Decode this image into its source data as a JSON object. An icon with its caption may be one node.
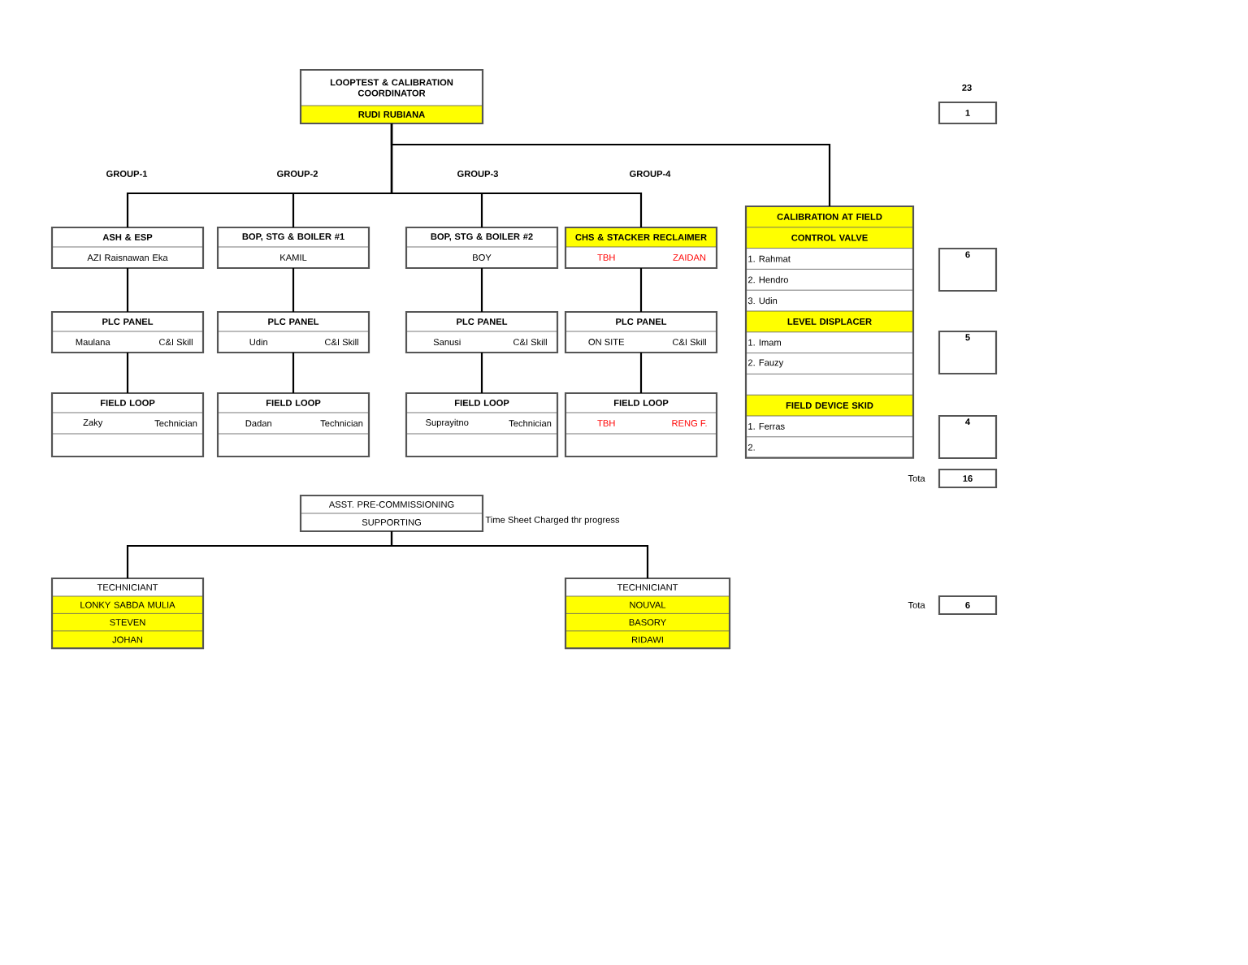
{
  "diagram": {
    "nodes": [
      {
        "text": [
          "LOOPTEST & CALIBRATION COORDINATOR",
          "RUDI RUBIANA"
        ]
      },
      {
        "text": [
          "1"
        ]
      },
      {
        "text": [
          "ASH & ESP",
          "AZI Raisnawan Eka"
        ]
      },
      {
        "text": [
          "BOP, STG & BOILER #1",
          "KAMIL"
        ]
      },
      {
        "text": [
          "BOP, STG & BOILER #2",
          "BOY"
        ]
      },
      {
        "text": [
          "CHS & STACKER RECLAIMER",
          "TBH",
          "ZAIDAN"
        ]
      },
      {
        "text": [
          "CALIBRATION AT FIELD",
          "CONTROL VALVE",
          "1. Rahmat",
          "2. Hendro",
          "3. Udin",
          "LEVEL DISPLACER",
          "1. Imam",
          "2. Fauzy",
          "FIELD DEVICE SKID",
          "1. Ferras",
          "2."
        ]
      },
      {
        "text": [
          "6"
        ]
      },
      {
        "text": [
          "PLC PANEL",
          "Maulana",
          "C&I Skill"
        ]
      },
      {
        "text": [
          "PLC PANEL",
          "Udin",
          "C&I Skill"
        ]
      },
      {
        "text": [
          "PLC PANEL",
          "Sanusi",
          "C&I Skill"
        ]
      },
      {
        "text": [
          "PLC PANEL",
          "ON SITE",
          "C&I Skill"
        ]
      },
      {
        "text": [
          "5"
        ]
      },
      {
        "text": [
          "FIELD LOOP",
          "Zaky",
          "Technician"
        ]
      },
      {
        "text": [
          "FIELD LOOP",
          "Dadan",
          "Technician"
        ]
      },
      {
        "text": [
          "FIELD LOOP",
          "Suprayitno",
          "Technician"
        ]
      },
      {
        "text": [
          "FIELD LOOP",
          "TBH",
          "RENG F."
        ]
      },
      {
        "text": [
          "4"
        ]
      },
      {
        "text": [
          "16"
        ],
        "beside": [
          "Tota"
        ]
      },
      {
        "text": [
          "ASST. PRE-COMMISSIONING",
          "SUPPORTING"
        ],
        "beside": [
          "Time Sheet Charged thr progress"
        ]
      },
      {
        "text": [
          "TECHNICIANT",
          "LONKY SABDA MULIA",
          "STEVEN",
          "JOHAN"
        ]
      },
      {
        "text": [
          "TECHNICIANT",
          "NOUVAL",
          "BASORY",
          "RIDAWI"
        ]
      },
      {
        "text": [
          "6"
        ],
        "beside": [
          "Tota"
        ]
      }
    ],
    "edges": [
      {
        "from": 0,
        "to": 2,
        "arrow": "none"
      },
      {
        "from": 0,
        "to": 3,
        "arrow": "none"
      },
      {
        "from": 0,
        "to": 4,
        "arrow": "none"
      },
      {
        "from": 0,
        "to": 5,
        "arrow": "none"
      },
      {
        "from": 0,
        "to": 6,
        "arrow": "none"
      },
      {
        "from": 2,
        "to": 8,
        "arrow": "none"
      },
      {
        "from": 3,
        "to": 9,
        "arrow": "none"
      },
      {
        "from": 4,
        "to": 10,
        "arrow": "none"
      },
      {
        "from": 5,
        "to": 11,
        "arrow": "none"
      },
      {
        "from": 8,
        "to": 13,
        "arrow": "none"
      },
      {
        "from": 9,
        "to": 14,
        "arrow": "none"
      },
      {
        "from": 10,
        "to": 15,
        "arrow": "none"
      },
      {
        "from": 11,
        "to": 16,
        "arrow": "none"
      },
      {
        "from": 19,
        "to": 20,
        "arrow": "none"
      },
      {
        "from": 19,
        "to": 21,
        "arrow": "none"
      }
    ],
    "labels": [
      "GROUP-1",
      "GROUP-2",
      "GROUP-3",
      "GROUP-4",
      "23"
    ]
  }
}
